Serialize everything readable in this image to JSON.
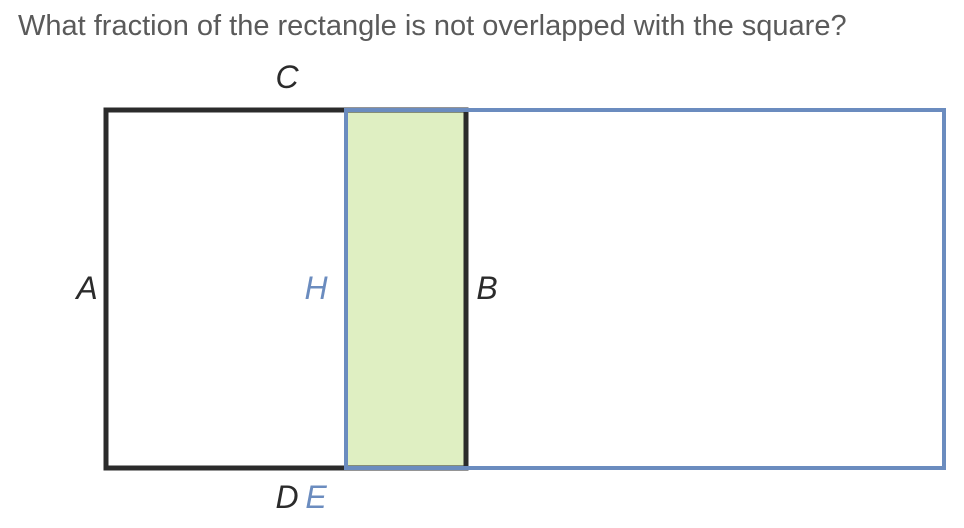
{
  "question": "What fraction of the rectangle is not overlapped with the square?",
  "labels": {
    "A": "A",
    "B": "B",
    "C": "C",
    "D": "D",
    "E": "E",
    "H": "H"
  },
  "colors": {
    "square_outline": "#2b2b2b",
    "rectangle_outline": "#6b8cbf",
    "overlap_fill": "#dfefc2",
    "black_label": "#2b2b2b",
    "blue_label": "#6b8cbf",
    "question_text": "#5a5a5a"
  }
}
